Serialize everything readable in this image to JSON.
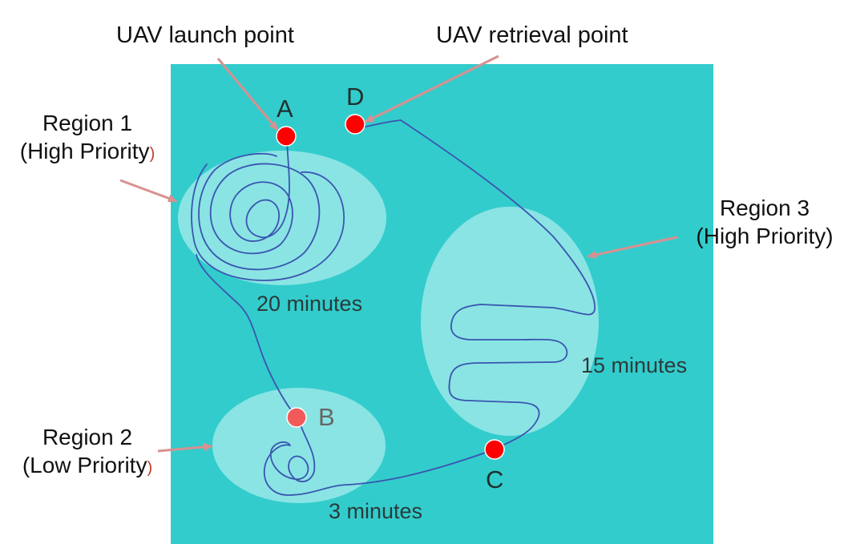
{
  "colors": {
    "field": "#33cccc",
    "region_fill": "#a8ecec",
    "path": "#3a55b0",
    "waypoint": "#ff0000",
    "waypoint_b": "#f25a5a",
    "arrow": "#d99090"
  },
  "callouts": {
    "launch": "UAV launch point",
    "retrieval": "UAV retrieval point"
  },
  "regions": [
    {
      "name": "Region 1",
      "priority": "(High Priority",
      "priority_close": ")",
      "duration": "20 minutes"
    },
    {
      "name": "Region 2",
      "priority": "(Low Priority",
      "priority_close": ")",
      "duration": "3 minutes"
    },
    {
      "name": "Region 3",
      "priority": "(High Priority)",
      "priority_close": "",
      "duration": "15 minutes"
    }
  ],
  "points": {
    "a": "A",
    "b": "B",
    "c": "C",
    "d": "D"
  }
}
